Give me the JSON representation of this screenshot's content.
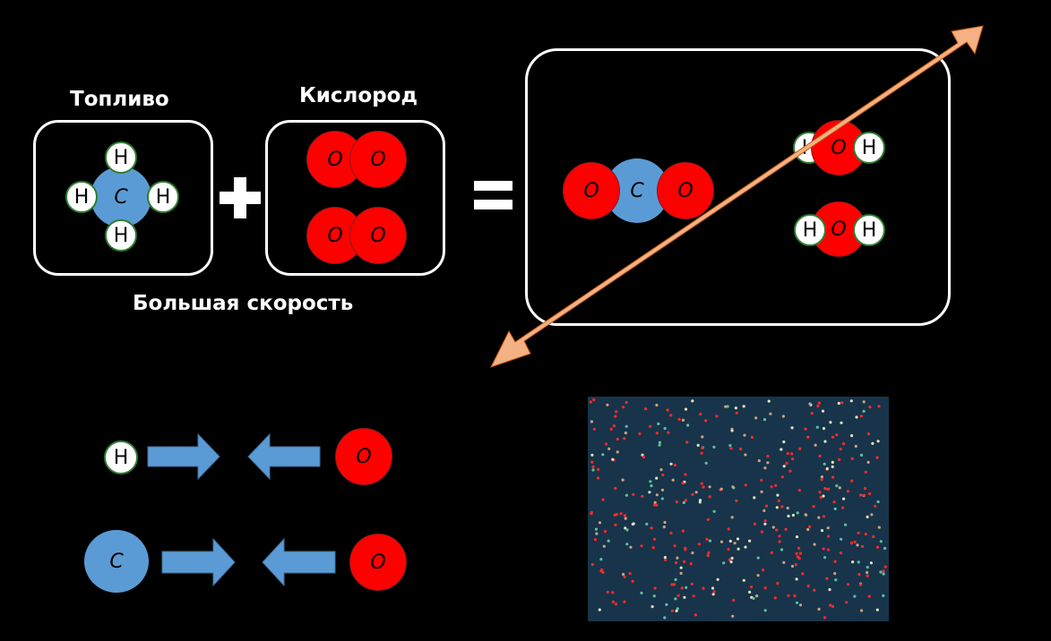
{
  "labels": {
    "fuel": "Топливо",
    "oxygen": "Кислород",
    "high_speed": "Большая скорость"
  },
  "atoms": {
    "hydrogen": "H",
    "carbon": "C",
    "oxygen": "O"
  },
  "colors": {
    "background": "#000000",
    "oxygen": "#ff0000",
    "carbon": "#5b9bd5",
    "hydrogen": "#ffffff",
    "arrow_blue": "#5b9bd5",
    "cross_arrow": "#f4b183",
    "sim_background": "#17344a"
  },
  "icons": {
    "plus": "plus-sign",
    "equals": "equals-sign",
    "cross_out": "double-headed-arrow"
  }
}
